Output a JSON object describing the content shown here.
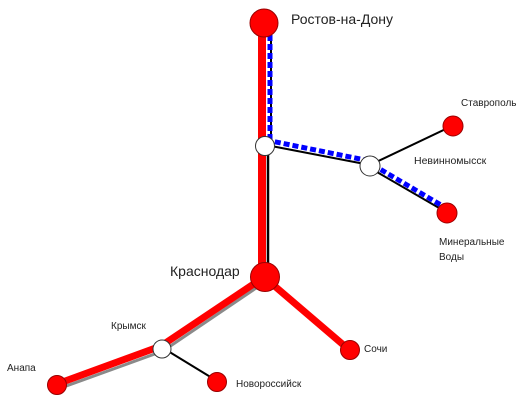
{
  "colors": {
    "rail": "#ff0000",
    "rail_dark": "#000000",
    "rail_gray": "#8a8a8a",
    "dashed_route": "#0000ff",
    "station_fill": "#ff0000",
    "junction_fill": "#ffffff"
  },
  "stations": {
    "rostov": "Ростов-на-Дону",
    "stavropol": "Ставрополь",
    "nevinnomyssk": "Невинномысск",
    "mineralnye_line1": "Минеральные",
    "mineralnye_line2": "Воды",
    "krasnodar": "Краснодар",
    "krymsk": "Крымск",
    "sochi": "Сочи",
    "anapa": "Анапа",
    "novorossiysk": "Новороссийск"
  }
}
